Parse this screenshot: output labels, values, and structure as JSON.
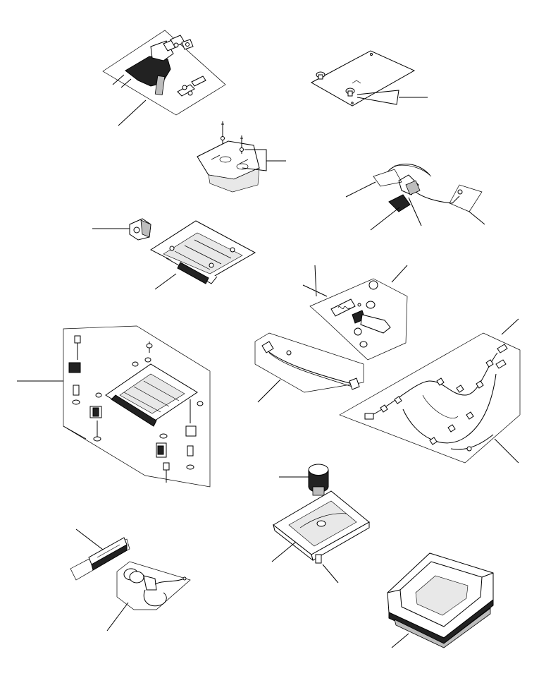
{
  "diagram": {
    "kind": "exploded parts view (unlabeled)",
    "groups": [
      {
        "id": "seat-adjust-lever-kit",
        "icon": "lever-assembly-icon"
      },
      {
        "id": "back-panel-plate",
        "icon": "plate-icon"
      },
      {
        "id": "cushion-pad-with-bolts",
        "icon": "cushion-pad-icon"
      },
      {
        "id": "lumbar-cable-assembly",
        "icon": "cable-assembly-icon"
      },
      {
        "id": "bracket-part",
        "icon": "bracket-icon"
      },
      {
        "id": "seat-frame-base",
        "icon": "seat-frame-icon"
      },
      {
        "id": "latch-spring-kit",
        "icon": "latch-kit-icon"
      },
      {
        "id": "suspension-frame-kit",
        "icon": "suspension-kit-icon"
      },
      {
        "id": "wire-rod-assembly",
        "icon": "wire-rod-icon"
      },
      {
        "id": "wiring-harness",
        "icon": "wiring-harness-icon"
      },
      {
        "id": "swivel-base-plate",
        "icon": "swivel-plate-icon"
      },
      {
        "id": "slide-rail-kit",
        "icon": "slide-rail-icon"
      },
      {
        "id": "switch-and-wire",
        "icon": "switch-wire-icon"
      },
      {
        "id": "suspension-cover",
        "icon": "suspension-cover-icon"
      }
    ]
  }
}
